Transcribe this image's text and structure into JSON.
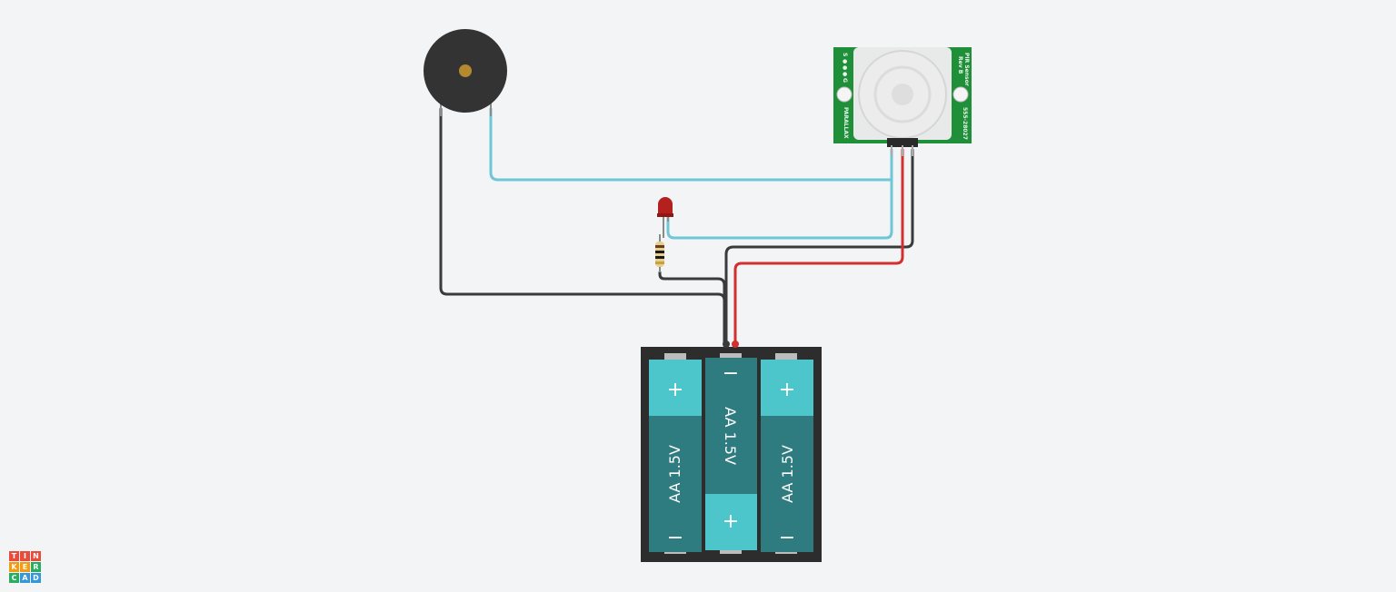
{
  "colors": {
    "background": "#f2f4f6",
    "wire_black": "#3a3a3a",
    "wire_red": "#d32f2f",
    "wire_cyan": "#6ec6d6",
    "pcb_green": "#1f8f3a",
    "battery_teal": "#2e7b80",
    "battery_terminal": "#4cc5cb",
    "holder": "#2d2d2d",
    "led": "#b3201e",
    "buzzer_body": "#333333",
    "buzzer_center": "#b58a2e"
  },
  "pir_sensor": {
    "left_labels": [
      "S",
      "●",
      "●",
      "●",
      "G"
    ],
    "brand": "PARALLAX",
    "title": "PIR Sensor",
    "rev": "Rev B",
    "part_number": "555-28027"
  },
  "battery_pack": {
    "cells": [
      {
        "label": "AA 1.5V",
        "top_sign": "+",
        "bottom_sign": "−"
      },
      {
        "label": "AA 1.5V",
        "top_sign": "−",
        "bottom_sign": "+"
      },
      {
        "label": "AA 1.5V",
        "top_sign": "+",
        "bottom_sign": "−"
      }
    ]
  },
  "logo": {
    "letters": [
      "T",
      "I",
      "N",
      "K",
      "E",
      "R",
      "C",
      "A",
      "D"
    ],
    "colors": [
      "#e74c3c",
      "#e74c3c",
      "#e74c3c",
      "#f39c12",
      "#f39c12",
      "#27ae60",
      "#27ae60",
      "#3498db",
      "#3498db"
    ]
  }
}
